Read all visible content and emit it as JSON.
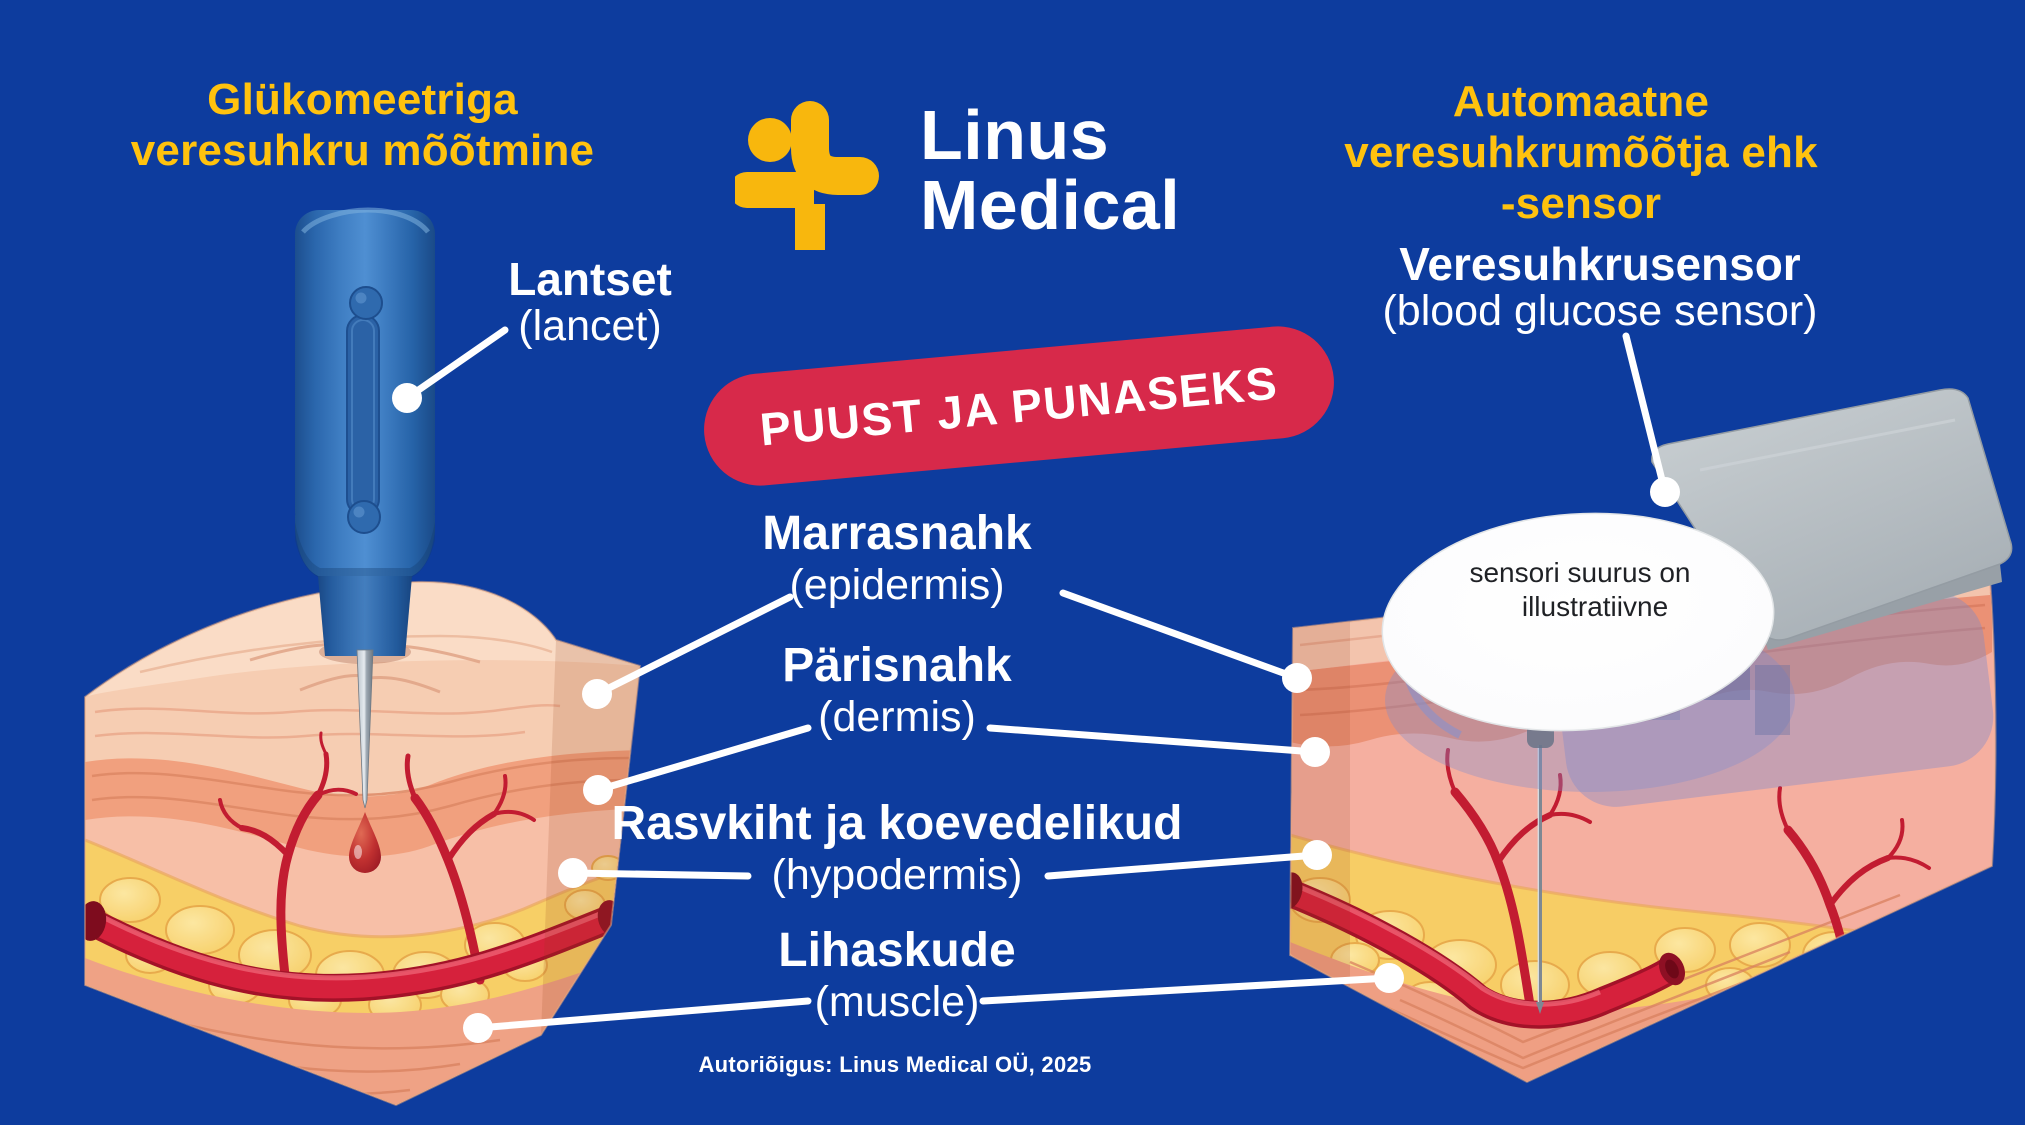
{
  "page": {
    "background_color": "#0D3C9E",
    "accent_yellow": "#FFC20E",
    "badge_red": "#D7294A",
    "text_white": "#FFFFFF"
  },
  "header": {
    "left_method_title_line1": "Glükomeetriga",
    "left_method_title_line2": "veresuhkru mõõtmine",
    "right_method_title_line1": "Automaatne",
    "right_method_title_line2": "veresuhkrumõõtja ehk",
    "right_method_title_line3": "-sensor"
  },
  "logo": {
    "icon": "linus-medical-figure-cross-icon",
    "icon_color": "#F8B70D",
    "name_line1": "Linus",
    "name_line2": "Medical"
  },
  "badge": {
    "label": "PUUST JA PUNASEKS"
  },
  "left_figure": {
    "device_label": "Lantset",
    "device_label_translation": "(lancet)"
  },
  "right_figure": {
    "device_label": "Veresuhkrusensor",
    "device_label_translation": "(blood glucose sensor)",
    "sensor_note_line1": "sensori suurus on",
    "sensor_note_line2": "illustratiivne"
  },
  "skin_layers": [
    {
      "label": "Marrasnahk",
      "translation": "(epidermis)"
    },
    {
      "label": "Pärisnahk",
      "translation": "(dermis)"
    },
    {
      "label": "Rasvkiht ja koevedelikud",
      "translation": "(hypodermis)"
    },
    {
      "label": "Lihaskude",
      "translation": "(muscle)"
    }
  ],
  "footer": {
    "copyright": "Autoriõigus: Linus Medical OÜ, 2025"
  },
  "illustration_colors": {
    "lancet_blue": "#2F6EB5",
    "skin_light": "#F6CDB2",
    "skin_orange": "#F1A07E",
    "skin_pink": "#F7BFA7",
    "fat_yellow": "#F7CF66",
    "muscle_salmon": "#EFA285",
    "vessel_red": "#C21C31",
    "artery_red": "#D6213C",
    "sensor_grey": "#B9C0C6",
    "sensor_note_bubble": "#FFFFFF"
  }
}
